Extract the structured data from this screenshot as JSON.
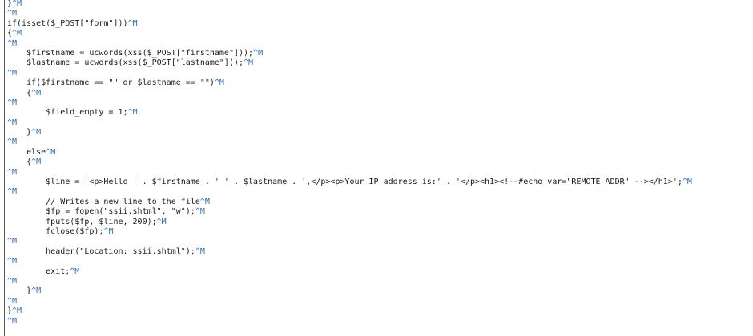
{
  "editor": {
    "carriage_return_marker": "^M",
    "lines": [
      {
        "text": "}",
        "cr": true
      },
      {
        "text": "",
        "cr": true
      },
      {
        "text": "if(isset($_POST[\"form\"]))",
        "cr": true
      },
      {
        "text": "{",
        "cr": true
      },
      {
        "text": "",
        "cr": true
      },
      {
        "text": "    $firstname = ucwords(xss($_POST[\"firstname\"]));",
        "cr": true
      },
      {
        "text": "    $lastname = ucwords(xss($_POST[\"lastname\"]));",
        "cr": true
      },
      {
        "text": "",
        "cr": true
      },
      {
        "text": "    if($firstname == \"\" or $lastname == \"\")",
        "cr": true
      },
      {
        "text": "    {",
        "cr": true
      },
      {
        "text": "",
        "cr": true
      },
      {
        "text": "        $field_empty = 1;",
        "cr": true
      },
      {
        "text": "",
        "cr": true
      },
      {
        "text": "    }",
        "cr": true
      },
      {
        "text": "",
        "cr": true
      },
      {
        "text": "    else",
        "cr": true
      },
      {
        "text": "    {",
        "cr": true
      },
      {
        "text": "",
        "cr": true
      },
      {
        "text": "        $line = '<p>Hello ' . $firstname . ' ' . $lastname . ',</p><p>Your IP address is:' . '</p><h1><!--#echo var=\"REMOTE_ADDR\" --></h1>';",
        "cr": true
      },
      {
        "text": "",
        "cr": true
      },
      {
        "text": "        // Writes a new line to the file",
        "cr": true
      },
      {
        "text": "        $fp = fopen(\"ssii.shtml\", \"w\");",
        "cr": true
      },
      {
        "text": "        fputs($fp, $line, 200);",
        "cr": true
      },
      {
        "text": "        fclose($fp);",
        "cr": true
      },
      {
        "text": "",
        "cr": true
      },
      {
        "text": "        header(\"Location: ssii.shtml\");",
        "cr": true
      },
      {
        "text": "",
        "cr": true
      },
      {
        "text": "        exit;",
        "cr": true
      },
      {
        "text": "",
        "cr": true
      },
      {
        "text": "    }",
        "cr": true
      },
      {
        "text": "",
        "cr": true
      },
      {
        "text": "}",
        "cr": true
      },
      {
        "text": "",
        "cr": true
      },
      {
        "text": "",
        "cr": false
      }
    ]
  },
  "colors": {
    "background": "#ffffff",
    "code_text": "#1a1a1a",
    "carriage_return_marker": "#2d6fb8",
    "gutter_bar": "#555555"
  }
}
